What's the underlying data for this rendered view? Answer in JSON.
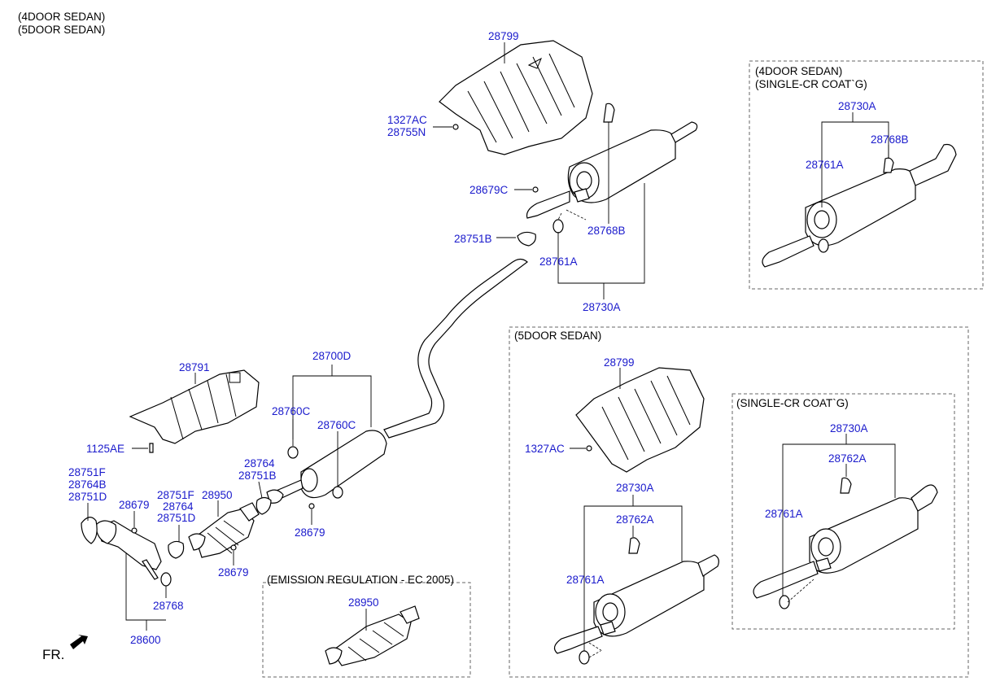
{
  "header": {
    "line1": "(4DOOR SEDAN)",
    "line2": "(5DOOR SEDAN)"
  },
  "boxes": {
    "top_right_line1": "(4DOOR SEDAN)",
    "top_right_line2": "(SINGLE-CR COAT`G)",
    "fivedoor": "(5DOOR SEDAN)",
    "single_cr": "(SINGLE-CR COAT`G)",
    "emission": "(EMISSION REGULATION - EC 2005)"
  },
  "fr_label": "FR.",
  "labels": {
    "l28799_top": "28799",
    "l1327AC_top": "1327AC",
    "l28755N": "28755N",
    "l28679C": "28679C",
    "l28768B_main": "28768B",
    "l28751B_top": "28751B",
    "l28761A_main": "28761A",
    "l28730A_main": "28730A",
    "l28791": "28791",
    "l1125AE": "1125AE",
    "l28700D": "28700D",
    "l28760C_a": "28760C",
    "l28760C_b": "28760C",
    "l28764_a": "28764",
    "l28751B_mid": "28751B",
    "l28679_mid": "28679",
    "l28751F_a": "28751F",
    "l28764B": "28764B",
    "l28751D_a": "28751D",
    "l28679_left": "28679",
    "l28751F_b": "28751F",
    "l28950_main": "28950",
    "l28764_b": "28764",
    "l28751D_b": "28751D",
    "l28679_low": "28679",
    "l28768": "28768",
    "l28600": "28600",
    "l28950_emis": "28950",
    "tr_28730A": "28730A",
    "tr_28768B": "28768B",
    "tr_28761A": "28761A",
    "fd_28799": "28799",
    "fd_1327AC": "1327AC",
    "fd_28730A": "28730A",
    "fd_28762A": "28762A",
    "fd_28761A": "28761A",
    "sc_28730A": "28730A",
    "sc_28762A": "28762A",
    "sc_28761A": "28761A"
  }
}
